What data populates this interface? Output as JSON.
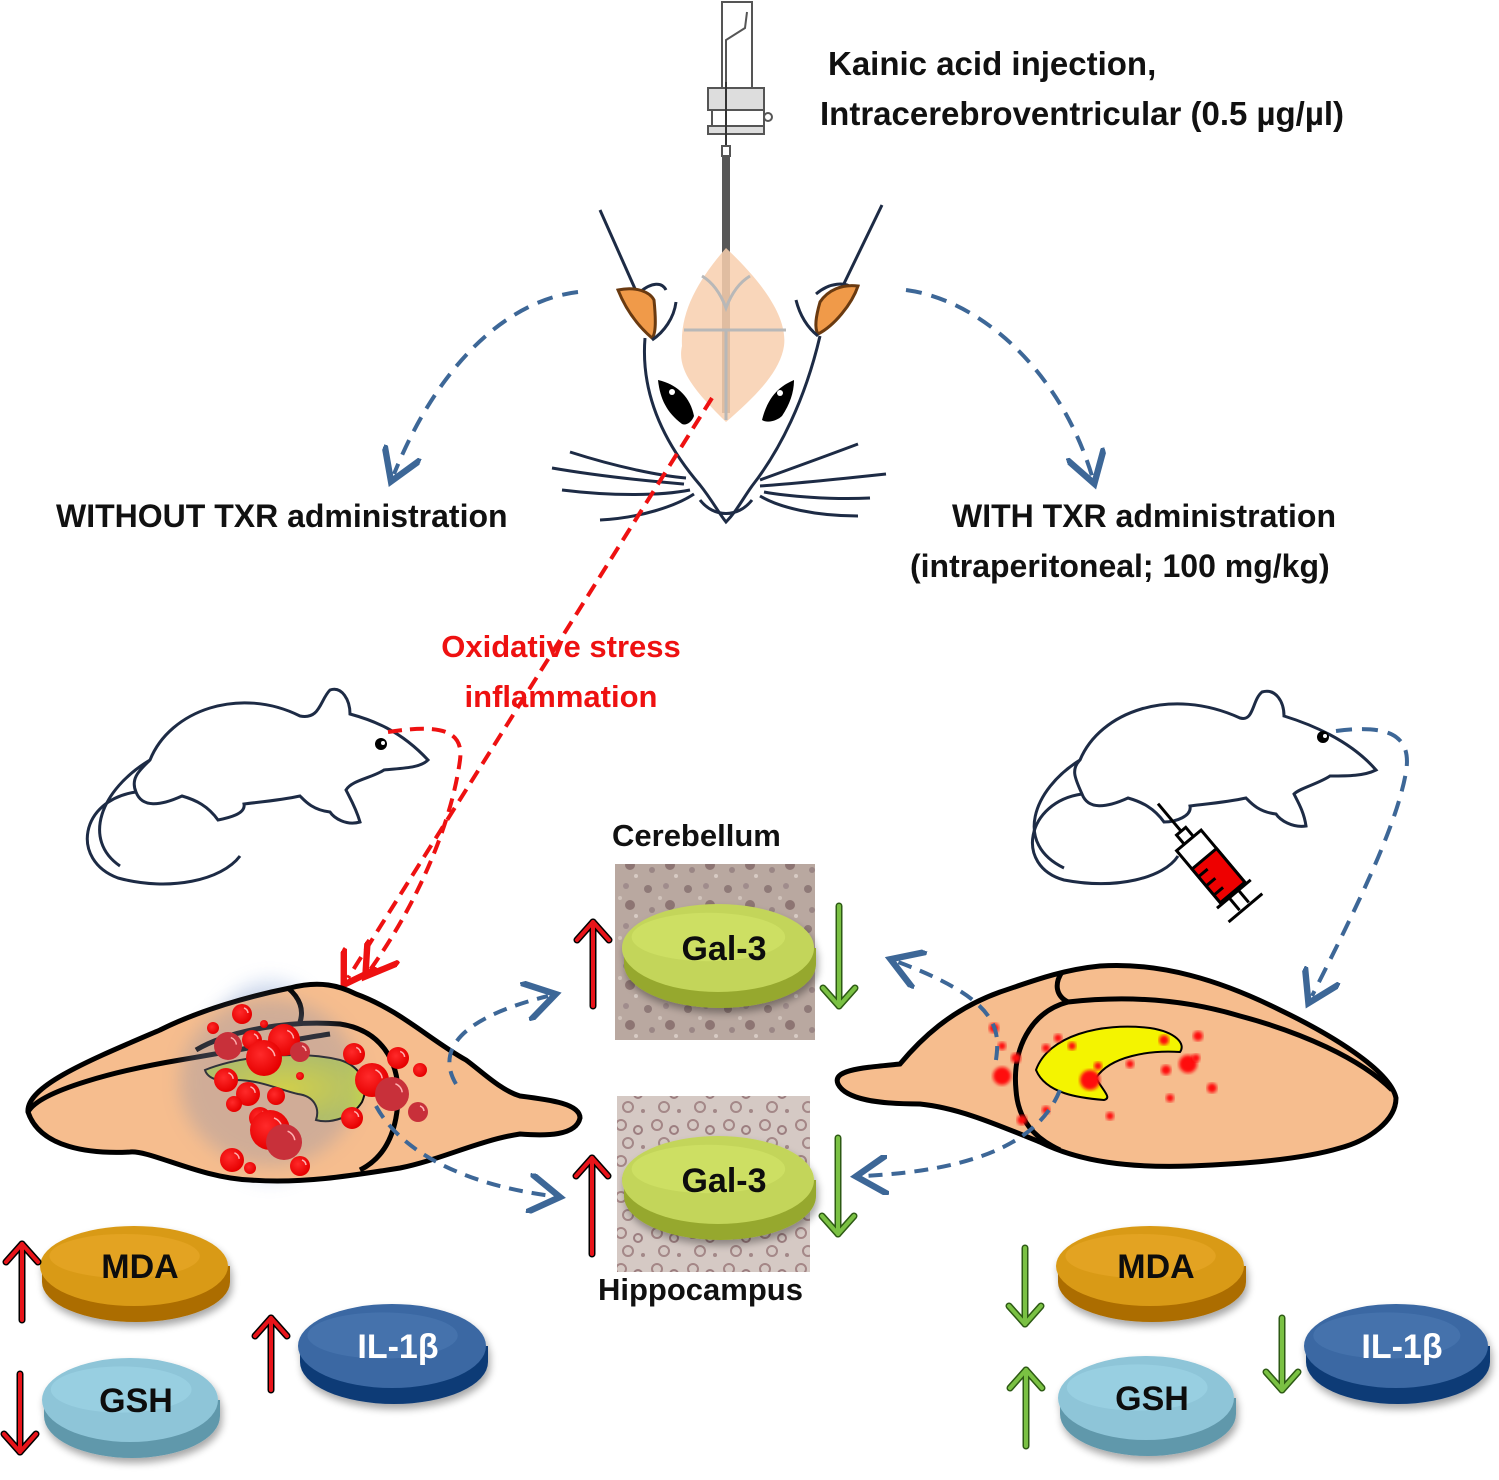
{
  "injection": {
    "line1": "Kainic acid injection,",
    "line2": "Intracerebroventricular (0.5 µg/µl)"
  },
  "branches": {
    "without": {
      "label": "WITHOUT TXR administration"
    },
    "with": {
      "line1": "WITH TXR administration",
      "line2": "(intraperitoneal; 100 mg/kg)"
    }
  },
  "mechanism": {
    "line1": "Oxidative stress",
    "line2": "inflammation"
  },
  "regions": {
    "top": "Cerebellum",
    "bottom": "Hippocampus"
  },
  "markers": {
    "gal3_cerebellum": {
      "label": "Gal-3",
      "without_txr": "up",
      "with_txr": "down"
    },
    "gal3_hippocampus": {
      "label": "Gal-3",
      "without_txr": "up",
      "with_txr": "down"
    },
    "left": [
      {
        "label": "MDA",
        "direction": "up"
      },
      {
        "label": "GSH",
        "direction": "down"
      },
      {
        "label": "IL-1β",
        "direction": "up"
      }
    ],
    "right": [
      {
        "label": "MDA",
        "direction": "down"
      },
      {
        "label": "GSH",
        "direction": "up"
      },
      {
        "label": "IL-1β",
        "direction": "down"
      }
    ]
  },
  "colors": {
    "increase_arrow": "#e8141a",
    "decrease_arrow": "#7ac143",
    "flow_arrow": "#3d6797",
    "oxidative_arrow": "#ee1111",
    "brain_fill": "#f6bd8e",
    "hippocampus_fill": "#f4f400",
    "mda_pill": "#d99a17",
    "gsh_pill": "#8ec5d8",
    "il1b_pill": "#3a68a3",
    "gal3_pill": "#c3d55a",
    "ear_fill": "#f09a49",
    "outline": "#1d2b45"
  }
}
